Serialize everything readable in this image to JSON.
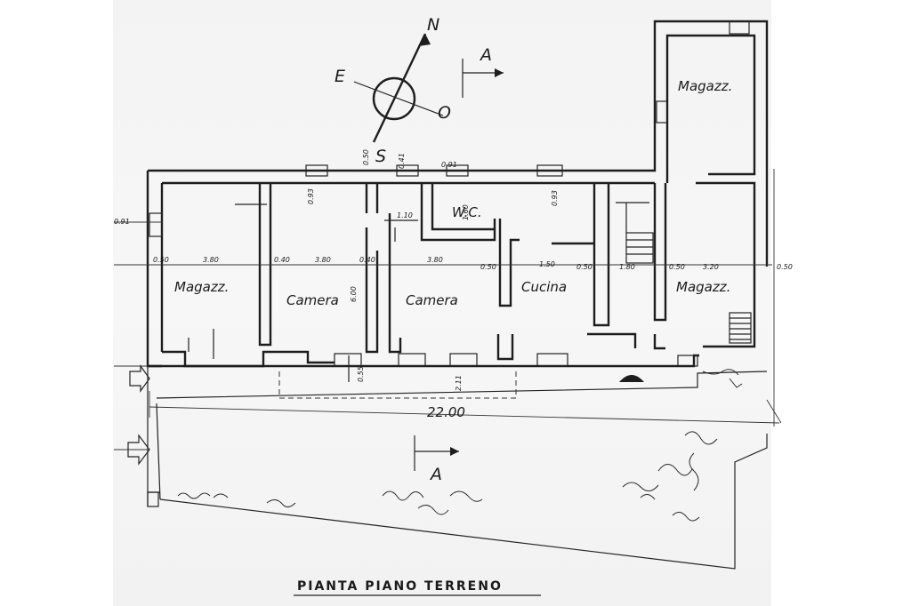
{
  "title": "PIANTA  PIANO  TERRENO",
  "compass": {
    "north": "N",
    "south": "S",
    "east": "E",
    "west": "O"
  },
  "section_marks": {
    "top": "A",
    "bottom": "A"
  },
  "rooms": {
    "magazzino_left": "Magazz.",
    "camera_1": "Camera",
    "camera_2": "Camera",
    "wc": "W.C.",
    "cucina": "Cucina",
    "magazzino_right": "Magazz.",
    "magazzino_top": "Magazz."
  },
  "dimensions": {
    "total_width": "22.00",
    "room_widths": [
      "3.80",
      "3.80",
      "3.80",
      "3.20"
    ],
    "wall_thickness": [
      "0.50",
      "0.40",
      "0.40",
      "0.50",
      "0.50",
      "0.50"
    ],
    "misc": [
      "0.91",
      "0.91",
      "1.60",
      "0.93",
      "6.00",
      "2.11",
      "1.80",
      "0.50",
      "0.50",
      "0.41",
      "1.50",
      "0.93",
      "1.10",
      "0.55"
    ]
  }
}
